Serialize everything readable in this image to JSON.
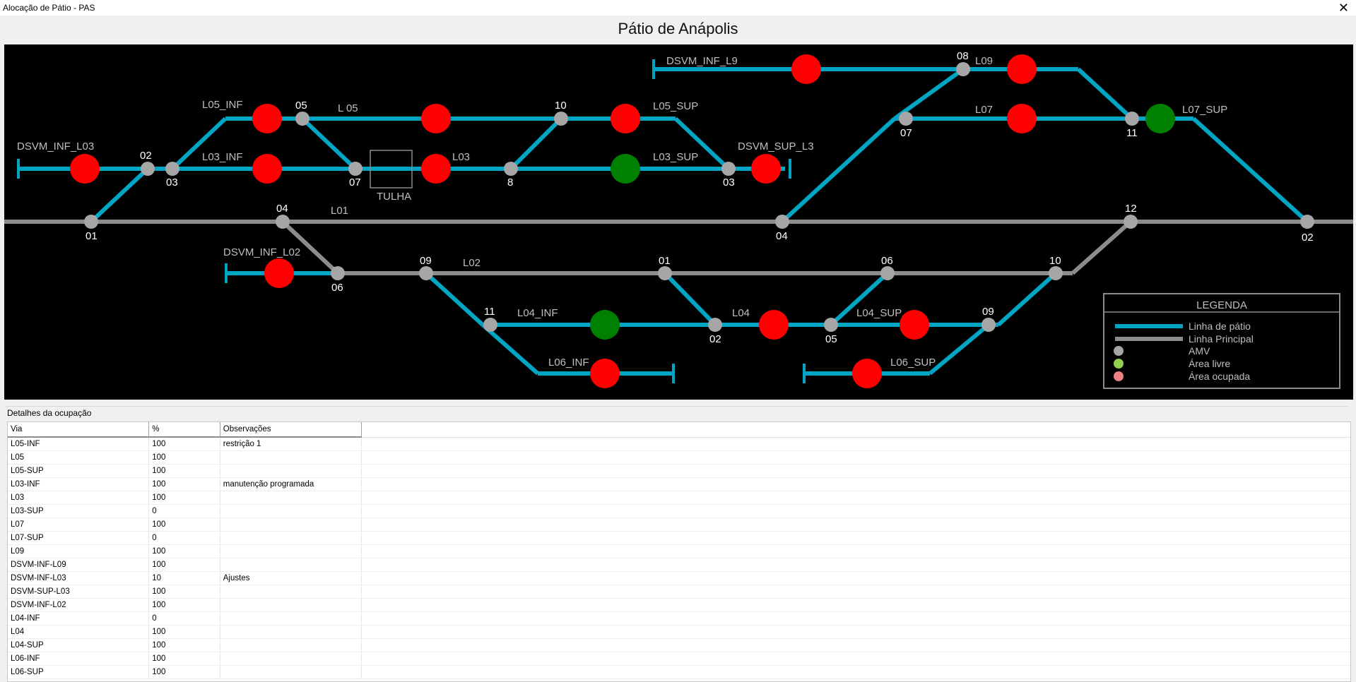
{
  "window": {
    "title": "Alocação de Pátio - PAS",
    "close_icon": "close-icon"
  },
  "heading": "Pátio de Anápolis",
  "colors": {
    "yard_line": "#00a5c3",
    "main_line": "#8c8c8c",
    "amv": "#a6a6a6",
    "free": "#008000",
    "occupied": "#ff0000"
  },
  "yard": {
    "labels": {
      "dsvm_inf_l03": "DSVM_INF_L03",
      "l05_inf": "L05_INF",
      "l05": "L 05",
      "l05_sup": "L05_SUP",
      "l03_inf": "L03_INF",
      "l03": "L03",
      "l03_sup": "L03_SUP",
      "dsvm_sup_l3": "DSVM_SUP_L3",
      "tulha": "TULHA",
      "l01": "L01",
      "dsvm_inf_l02": "DSVM_INF_L02",
      "l02": "L02",
      "l04_inf": "L04_INF",
      "l04": "L04",
      "l04_sup": "L04_SUP",
      "l06_inf": "L06_INF",
      "l06_sup": "L06_SUP",
      "dsvm_inf_l9": "DSVM_INF_L9",
      "l09": "L09",
      "l07": "L07",
      "l07_sup": "L07_SUP"
    },
    "amv_numbers": {
      "n02a": "02",
      "n03a": "03",
      "n05a": "05",
      "n07a": "07",
      "n10a": "10",
      "n8": "8",
      "n03b": "03",
      "n01a": "01",
      "n04a": "04",
      "n04b": "04",
      "n12": "12",
      "n02b": "02",
      "n06a": "06",
      "n09a": "09",
      "n01b": "01",
      "n06b": "06",
      "n10b": "10",
      "n11a": "11",
      "n02c": "02",
      "n05b": "05",
      "n09b": "09",
      "n08": "08",
      "n07b": "07",
      "n11b": "11"
    },
    "legend": {
      "title": "LEGENDA",
      "items": [
        {
          "icon": "yard-line-swatch",
          "label": "Linha de pátio"
        },
        {
          "icon": "main-line-swatch",
          "label": "Linha Principal"
        },
        {
          "icon": "amv-dot",
          "label": "AMV"
        },
        {
          "icon": "free-area-dot",
          "label": "Área livre"
        },
        {
          "icon": "occupied-area-dot",
          "label": "Área ocupada"
        }
      ]
    }
  },
  "details": {
    "caption": "Detalhes da ocupação",
    "columns": [
      "Via",
      "%",
      "Observações"
    ],
    "rows": [
      [
        "L05-INF",
        "100",
        "restrição 1"
      ],
      [
        "L05",
        "100",
        ""
      ],
      [
        "L05-SUP",
        "100",
        ""
      ],
      [
        "L03-INF",
        "100",
        "manutenção programada"
      ],
      [
        "L03",
        "100",
        ""
      ],
      [
        "L03-SUP",
        "0",
        ""
      ],
      [
        "L07",
        "100",
        ""
      ],
      [
        "L07-SUP",
        "0",
        ""
      ],
      [
        "L09",
        "100",
        ""
      ],
      [
        "DSVM-INF-L09",
        "100",
        ""
      ],
      [
        "DSVM-INF-L03",
        "10",
        "Ajustes"
      ],
      [
        "DSVM-SUP-L03",
        "100",
        ""
      ],
      [
        "DSVM-INF-L02",
        "100",
        ""
      ],
      [
        "L04-INF",
        "0",
        ""
      ],
      [
        "L04",
        "100",
        ""
      ],
      [
        "L04-SUP",
        "100",
        ""
      ],
      [
        "L06-INF",
        "100",
        ""
      ],
      [
        "L06-SUP",
        "100",
        ""
      ]
    ]
  }
}
